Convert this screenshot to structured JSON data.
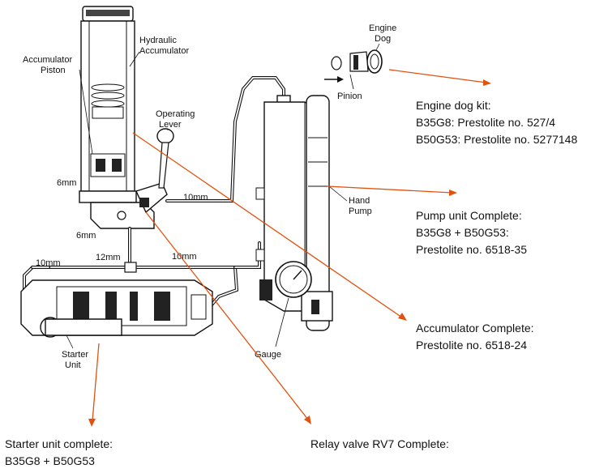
{
  "diagram_labels": {
    "engine_dog": [
      "Engine",
      "Dog"
    ],
    "pinion": "Pinion",
    "hydraulic_accumulator": [
      "Hydraulic",
      "Accumulator"
    ],
    "accumulator_piston": [
      "Accumulator",
      "Piston"
    ],
    "operating_lever": [
      "Operating",
      "Lever"
    ],
    "hand_pump": [
      "Hand",
      "Pump"
    ],
    "gauge": "Gauge",
    "starter_unit": [
      "Starter",
      "Unit"
    ],
    "pipe_6mm_top": "6mm",
    "pipe_6mm_lower": "6mm",
    "pipe_10mm_lever": "10mm",
    "pipe_12mm": "12mm",
    "pipe_10mm_right": "10mm",
    "pipe_10mm_left": "10mm"
  },
  "annotations": {
    "engine_dog_kit": [
      "Engine dog kit:",
      "B35G8: Prestolite no. 527/4",
      "B50G53: Prestolite no. 5277148"
    ],
    "pump_unit": [
      "Pump unit Complete:",
      "B35G8 + B50G53:",
      "Prestolite no. 6518-35"
    ],
    "accumulator": [
      "Accumulator Complete:",
      "Prestolite no. 6518-24"
    ],
    "starter_unit": [
      "Starter unit complete:",
      "B35G8 + B50G53"
    ],
    "relay_valve": [
      "Relay valve RV7 Complete:"
    ]
  },
  "colors": {
    "callout_arrow": "#e0520e",
    "line_art": "#111111",
    "background": "#ffffff"
  }
}
